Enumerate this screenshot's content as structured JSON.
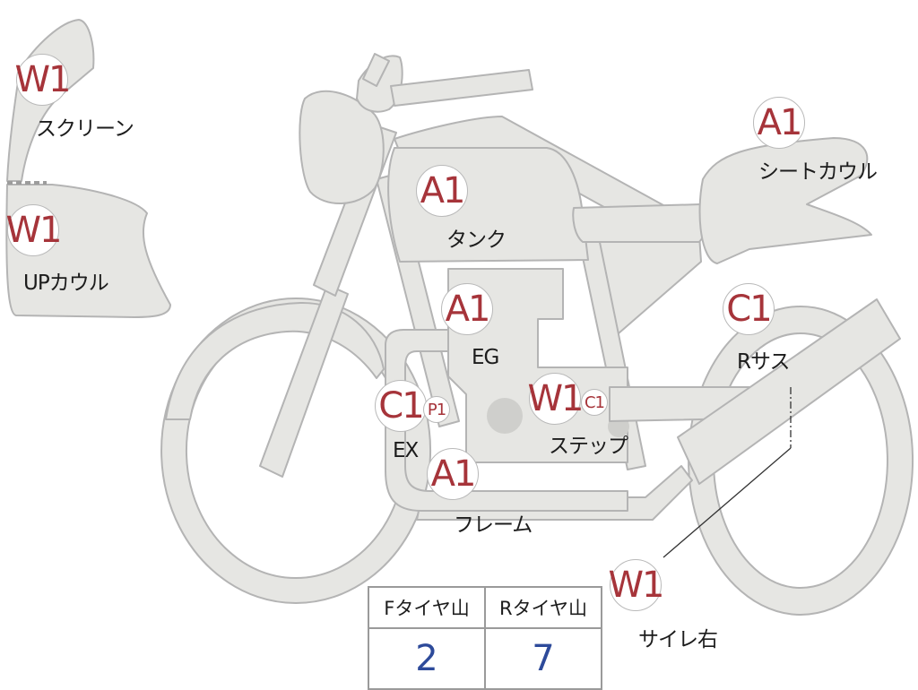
{
  "parts": [
    {
      "id": "screen",
      "grade": "W1",
      "label": "スクリーン"
    },
    {
      "id": "up-cowl",
      "grade": "W1",
      "label": "UPカウル"
    },
    {
      "id": "tank",
      "grade": "A1",
      "label": "タンク"
    },
    {
      "id": "engine",
      "grade": "A1",
      "label": "EG"
    },
    {
      "id": "seat-cowl",
      "grade": "A1",
      "label": "シートカウル"
    },
    {
      "id": "rear-sus",
      "grade": "C1",
      "label": "Rサス"
    },
    {
      "id": "exhaust",
      "grade": "C1",
      "grade_secondary": "P1",
      "label": "EX"
    },
    {
      "id": "step",
      "grade": "W1",
      "grade_secondary": "C1",
      "label": "ステップ"
    },
    {
      "id": "frame",
      "grade": "A1",
      "label": "フレーム"
    },
    {
      "id": "silencer-r",
      "grade": "W1",
      "label": "サイレ右"
    }
  ],
  "tread": {
    "front_header": "Fタイヤ山",
    "rear_header": "Rタイヤ山",
    "front_value": "2",
    "rear_value": "7"
  },
  "colors": {
    "grade": "#a6343a",
    "tread_value": "#2d4a9a",
    "body_fill": "#e6e6e3",
    "body_stroke": "#b4b4b4"
  }
}
